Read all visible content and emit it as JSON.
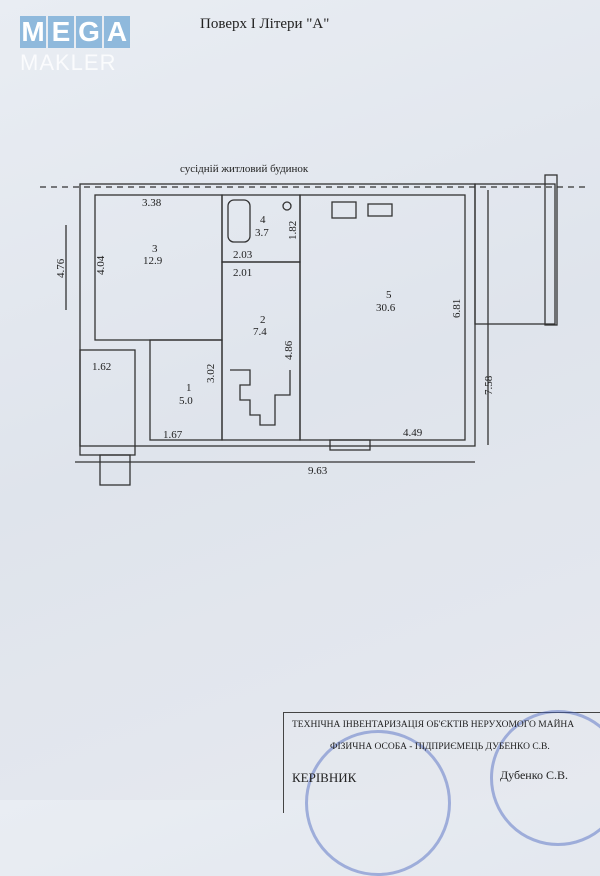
{
  "logo": {
    "mega": [
      "M",
      "E",
      "G",
      "A"
    ],
    "makler": "MAKLER"
  },
  "title": "Поверх I Літери \"А\"",
  "plan": {
    "neighbor_label": "сусідній житловий будинок",
    "rooms": [
      {
        "number": "1",
        "area": "5.0"
      },
      {
        "number": "2",
        "area": "7.4"
      },
      {
        "number": "3",
        "area": "12.9"
      },
      {
        "number": "4",
        "area": "3.7"
      },
      {
        "number": "5",
        "area": "30.6"
      }
    ],
    "dimensions": {
      "d338": "3.38",
      "d404": "4.04",
      "d476": "4.76",
      "d182": "1.82",
      "d203": "2.03",
      "d201": "2.01",
      "d486": "4.86",
      "d302": "3.02",
      "d162": "1.62",
      "d167": "1.67",
      "d449": "4.49",
      "d681": "6.81",
      "d758": "7.58",
      "d963": "9.63"
    }
  },
  "stamp": {
    "line1": "ТЕХНІЧНА ІНВЕНТАРИЗАЦІЯ ОБ'ЄКТІВ НЕРУХОМОГО МАЙНА",
    "line2": "ФІЗИЧНА ОСОБА - ПІДПРИЄМЕЦЬ ДУБЕНКО С.В.",
    "role": "КЕРІВНИК",
    "name": "Дубенко С.В."
  }
}
